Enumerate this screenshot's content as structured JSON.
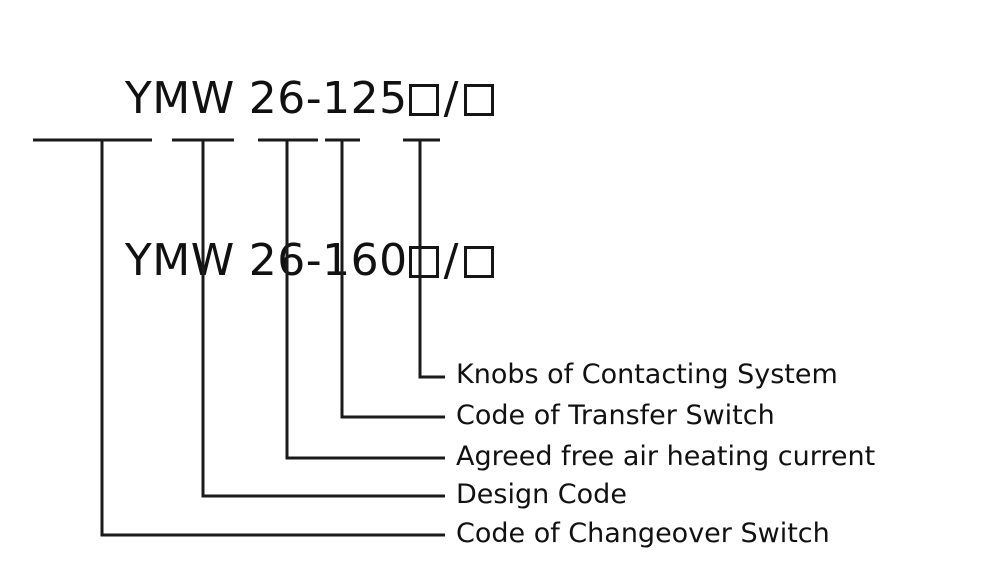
{
  "diagram": {
    "type": "product-code-designation",
    "title": "",
    "code_lines": [
      {
        "id": "line-125",
        "prefix": "YMW",
        "body": "26-125",
        "slots": [
          "□",
          "□"
        ],
        "separator": "/",
        "full_text": "YMW 26-125□/□"
      },
      {
        "id": "line-160",
        "prefix": "YMW",
        "body": "26-160",
        "slots": [
          "□",
          "□"
        ],
        "separator": "/",
        "full_text": "YMW 26-160□/□"
      }
    ],
    "callouts": [
      {
        "id": "knobs",
        "label": "Knobs of Contacting System"
      },
      {
        "id": "transfer-switch",
        "label": "Code of Transfer Switch"
      },
      {
        "id": "heating-current",
        "label": "Agreed free air heating current"
      },
      {
        "id": "design-code",
        "label": "Design Code"
      },
      {
        "id": "changeover-switch",
        "label": "Code of Changeover Switch"
      }
    ],
    "style": {
      "line_color": "#1a1a1a",
      "text_color": "#111111",
      "background": "#ffffff",
      "stroke_width": 3
    }
  }
}
